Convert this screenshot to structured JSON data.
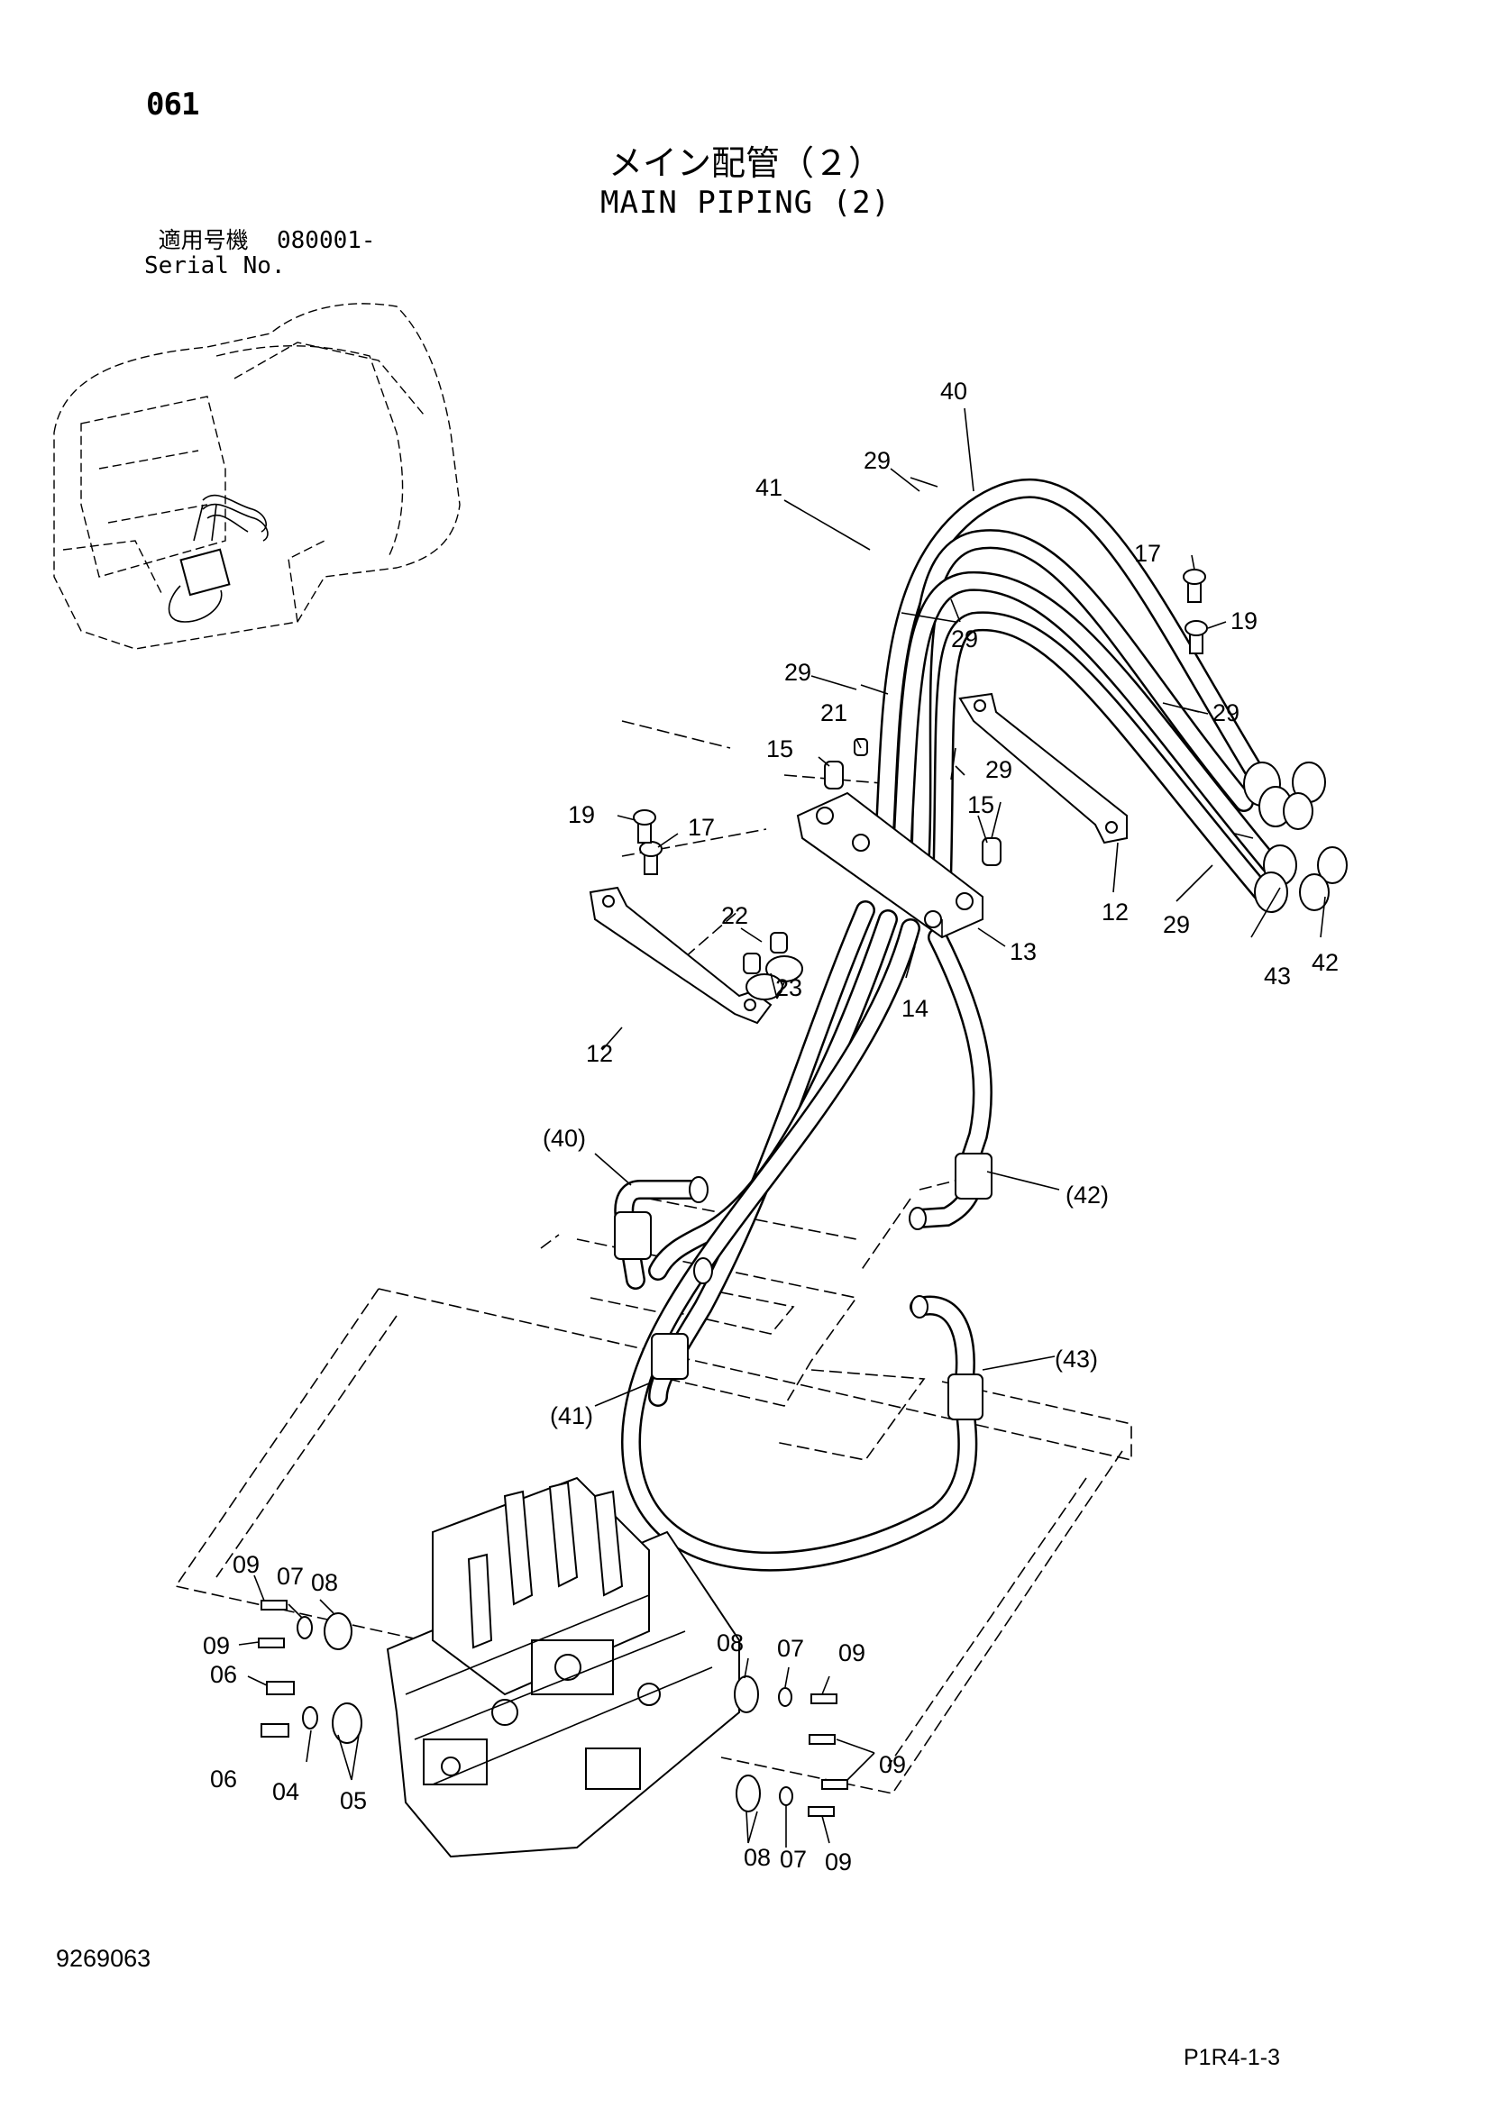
{
  "header": {
    "page_number": "061",
    "title_jp": "メイン配管（２）",
    "title_en": "MAIN PIPING (2)",
    "serial_label_jp": "適用号機",
    "serial_value": "080001-",
    "serial_label_en": "Serial No."
  },
  "footer": {
    "doc_number": "9269063",
    "page_code": "P1R4-1-3"
  },
  "callouts": [
    {
      "id": "c40",
      "text": "40"
    },
    {
      "id": "c29a",
      "text": "29"
    },
    {
      "id": "c41",
      "text": "41"
    },
    {
      "id": "c17a",
      "text": "17"
    },
    {
      "id": "c29b",
      "text": "29"
    },
    {
      "id": "c19a",
      "text": "19"
    },
    {
      "id": "c29c",
      "text": "29"
    },
    {
      "id": "c29d",
      "text": "29"
    },
    {
      "id": "c21",
      "text": "21"
    },
    {
      "id": "c15a",
      "text": "15"
    },
    {
      "id": "c29e",
      "text": "29"
    },
    {
      "id": "c15b",
      "text": "15"
    },
    {
      "id": "c19b",
      "text": "19"
    },
    {
      "id": "c17b",
      "text": "17"
    },
    {
      "id": "c12a",
      "text": "12"
    },
    {
      "id": "c29f",
      "text": "29"
    },
    {
      "id": "c22",
      "text": "22"
    },
    {
      "id": "c13",
      "text": "13"
    },
    {
      "id": "c43",
      "text": "43"
    },
    {
      "id": "c42",
      "text": "42"
    },
    {
      "id": "c23",
      "text": "23"
    },
    {
      "id": "c14",
      "text": "14"
    },
    {
      "id": "c12b",
      "text": "12"
    },
    {
      "id": "c_40",
      "text": "(40)"
    },
    {
      "id": "c_42",
      "text": "(42)"
    },
    {
      "id": "c_43",
      "text": "(43)"
    },
    {
      "id": "c_41",
      "text": "(41)"
    },
    {
      "id": "c09a",
      "text": "09"
    },
    {
      "id": "c07a",
      "text": "07"
    },
    {
      "id": "c08a",
      "text": "08"
    },
    {
      "id": "c09b",
      "text": "09"
    },
    {
      "id": "c06a",
      "text": "06"
    },
    {
      "id": "c06b",
      "text": "06"
    },
    {
      "id": "c04",
      "text": "04"
    },
    {
      "id": "c05",
      "text": "05"
    },
    {
      "id": "c08b",
      "text": "08"
    },
    {
      "id": "c07b",
      "text": "07"
    },
    {
      "id": "c09c",
      "text": "09"
    },
    {
      "id": "c09d",
      "text": "09"
    },
    {
      "id": "c08c",
      "text": "08"
    },
    {
      "id": "c07c",
      "text": "07"
    },
    {
      "id": "c09e",
      "text": "09"
    }
  ]
}
